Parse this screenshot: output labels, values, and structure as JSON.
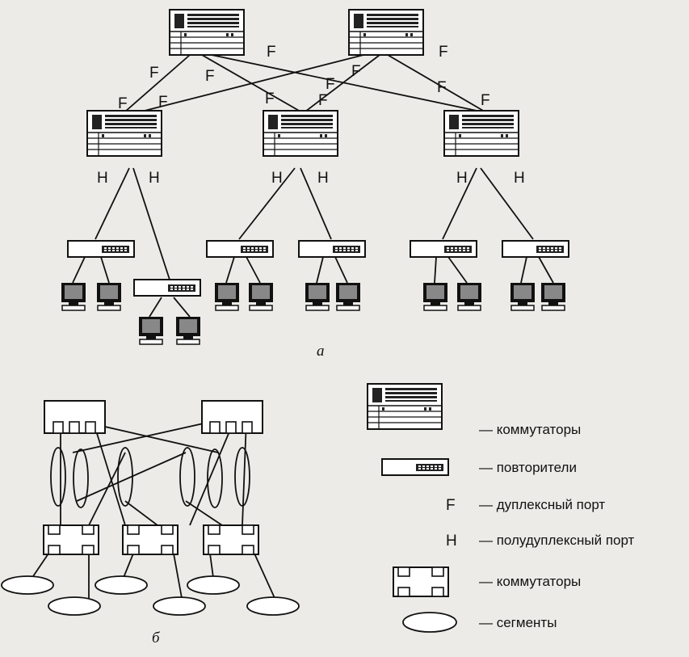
{
  "port_labels": {
    "full_duplex": "F",
    "half_duplex": "H"
  },
  "captions": {
    "a": "а",
    "b": "б"
  },
  "legend": [
    {
      "symbol": "switch-icon",
      "text": "— коммутаторы"
    },
    {
      "symbol": "repeater-icon",
      "text": "— повторители"
    },
    {
      "symbol": "F",
      "text": "— дуплексный порт"
    },
    {
      "symbol": "H",
      "text": "— полудуплексный порт"
    },
    {
      "symbol": "switch-box-icon",
      "text": "— коммутаторы"
    },
    {
      "symbol": "segment-ellipse-icon",
      "text": "— сегменты"
    }
  ],
  "colors": {
    "background": "#ecebe7",
    "ink": "#111111",
    "panel": "#ffffff"
  }
}
